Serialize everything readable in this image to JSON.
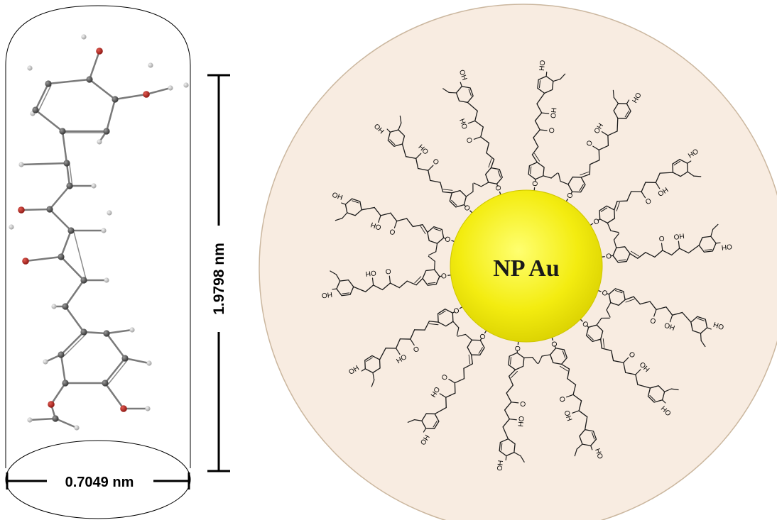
{
  "left_panel": {
    "height_label": "1.9798 nm",
    "width_label": "0.7049 nm"
  },
  "right_panel": {
    "core_label": "NP Au",
    "atom_labels": {
      "hydroxyl": "HO",
      "hydroxyl_alt": "OH",
      "oxygen": "O"
    }
  },
  "colors": {
    "disc_fill": "#f8ece1",
    "disc_edge": "#cbb79f",
    "core_fill": "#f4ef10",
    "core_edge": "#cfc600",
    "carbon": "#555555",
    "oxygen": "#b0201c",
    "hydrogen": "#c2c2c2"
  }
}
